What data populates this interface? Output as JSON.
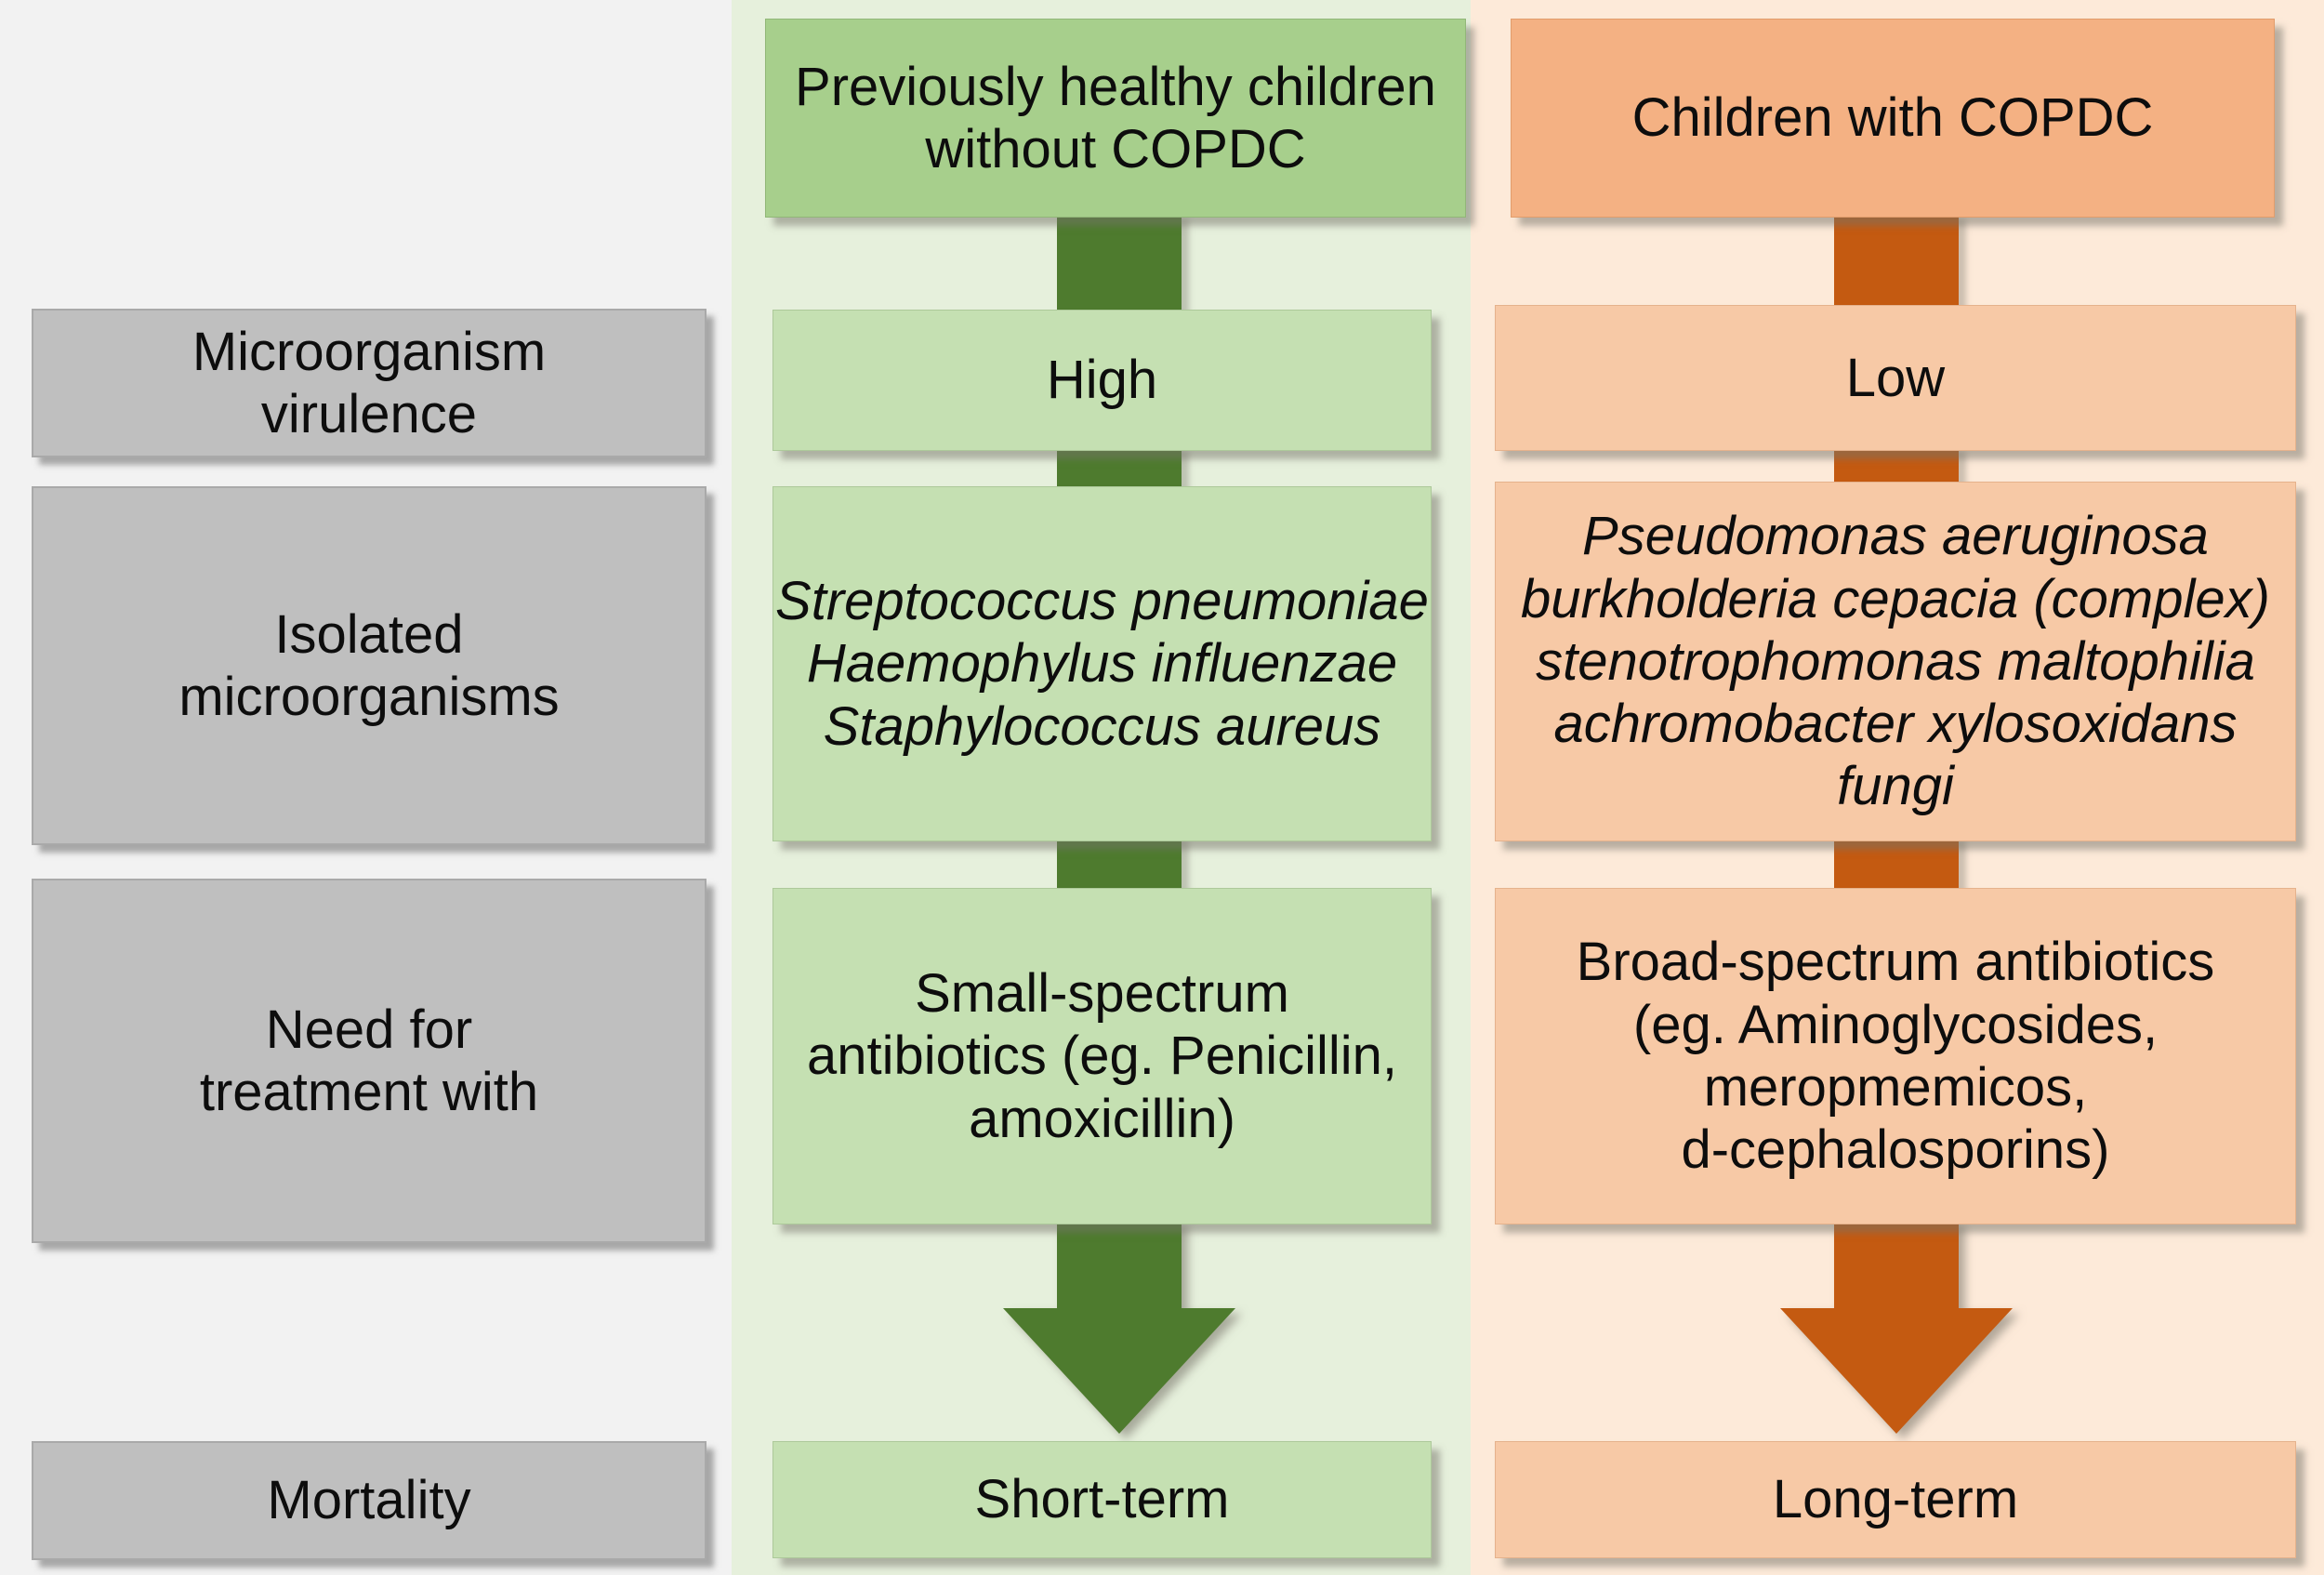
{
  "palette": {
    "page_background": "#f2f2f2",
    "green_band": "#e6f0dc",
    "green_header_box": "#a7cf8c",
    "green_row_box": "#c5e0b2",
    "green_arrow": "#4e7b2e",
    "orange_band": "#fdead9",
    "orange_header_box": "#f4b183",
    "orange_row_box": "#f7c9a6",
    "orange_arrow": "#c45a11",
    "gray_label_box": "#bfbfbf",
    "text": "#0d0d0d"
  },
  "row_labels": {
    "virulence": "Microorganism\nvirulence",
    "isolated": "Isolated\nmicroorganisms",
    "treatment": "Need for\ntreatment with",
    "mortality": "Mortality"
  },
  "green_column": {
    "header": "Previously healthy children\nwithout COPDC",
    "virulence": "High",
    "isolated": "Streptococcus pneumoniae\nHaemophylus influenzae\nStaphylococcus aureus",
    "treatment": "Small-spectrum\nantibiotics (eg. Penicillin,\namoxicillin)",
    "mortality": "Short-term"
  },
  "orange_column": {
    "header": "Children with COPDC",
    "virulence": "Low",
    "isolated": "Pseudomonas aeruginosa\nburkholderia cepacia (complex)\nstenotrophomonas maltophilia\nachromobacter xylosoxidans\nfungi",
    "treatment": "Broad-spectrum antibiotics\n(eg. Aminoglycosides,\nmeropmemicos,\nd-cephalosporins)",
    "mortality": "Long-term"
  }
}
